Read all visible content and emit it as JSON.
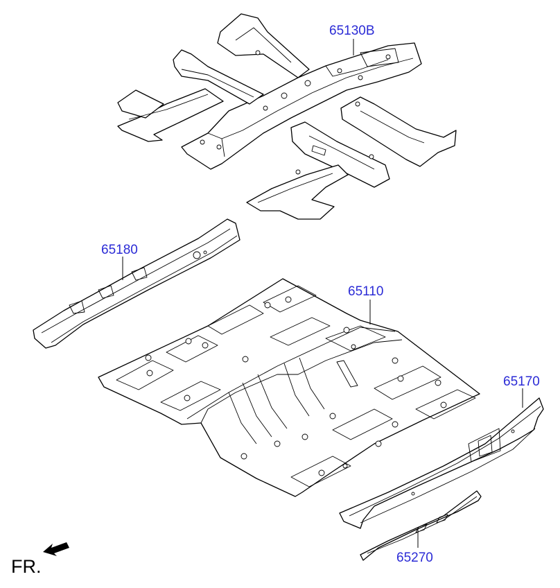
{
  "diagram": {
    "callouts": [
      {
        "id": "65130B",
        "text": "65130B"
      },
      {
        "id": "65180",
        "text": "65180"
      },
      {
        "id": "65110",
        "text": "65110"
      },
      {
        "id": "65170",
        "text": "65170"
      },
      {
        "id": "65270",
        "text": "65270"
      }
    ],
    "orientation": {
      "text": "FR."
    }
  },
  "colors": {
    "callout": "#2b2bd6",
    "line": "#000000",
    "background": "#ffffff"
  }
}
